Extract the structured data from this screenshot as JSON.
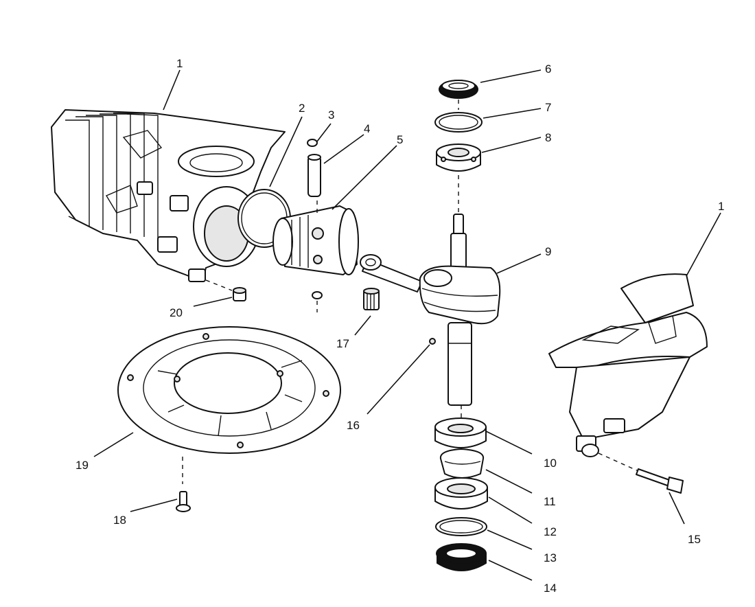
{
  "callouts": {
    "c1a": "1",
    "c1b": "1",
    "c2": "2",
    "c3": "3",
    "c4": "4",
    "c5": "5",
    "c6": "6",
    "c7": "7",
    "c8": "8",
    "c9": "9",
    "c10": "10",
    "c11": "11",
    "c12": "12",
    "c13": "13",
    "c14": "14",
    "c15": "15",
    "c16": "16",
    "c17": "17",
    "c18": "18",
    "c19": "19",
    "c20": "20"
  }
}
